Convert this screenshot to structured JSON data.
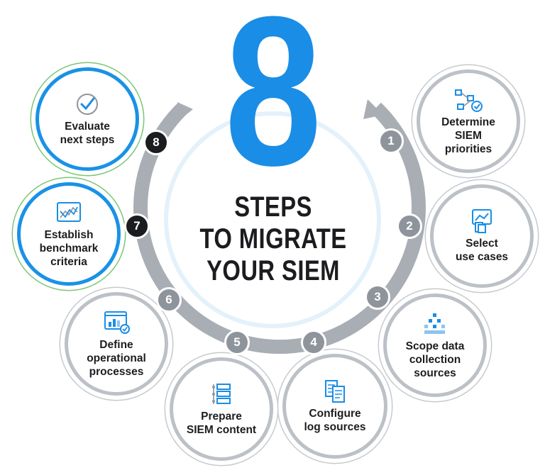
{
  "diagram": {
    "number": "8",
    "title_lines": [
      "STEPS",
      "TO MIGRATE",
      "YOUR SIEM"
    ],
    "colors": {
      "accent_blue": "#1a8de6",
      "ring_gray": "#a9aeb5",
      "badge_gray": "#8e949b",
      "badge_dark": "#1b1c1f",
      "highlight_green": "#7cc576"
    },
    "steps": [
      {
        "number": "1",
        "label": "Determine\nSIEM\npriorities",
        "icon": "workflow-check-icon",
        "style": "gray"
      },
      {
        "number": "2",
        "label": "Select\nuse cases",
        "icon": "chart-documents-icon",
        "style": "gray"
      },
      {
        "number": "3",
        "label": "Scope data\ncollection\nsources",
        "icon": "data-blocks-icon",
        "style": "gray"
      },
      {
        "number": "4",
        "label": "Configure\nlog sources",
        "icon": "documents-icon",
        "style": "gray"
      },
      {
        "number": "5",
        "label": "Prepare\nSIEM content",
        "icon": "list-layers-icon",
        "style": "gray"
      },
      {
        "number": "6",
        "label": "Define\noperational\nprocesses",
        "icon": "dashboard-check-icon",
        "style": "gray"
      },
      {
        "number": "7",
        "label": "Establish\nbenchmark\ncriteria",
        "icon": "line-chart-icon",
        "style": "blue"
      },
      {
        "number": "8",
        "label": "Evaluate\nnext steps",
        "icon": "check-circle-icon",
        "style": "blue"
      }
    ]
  }
}
